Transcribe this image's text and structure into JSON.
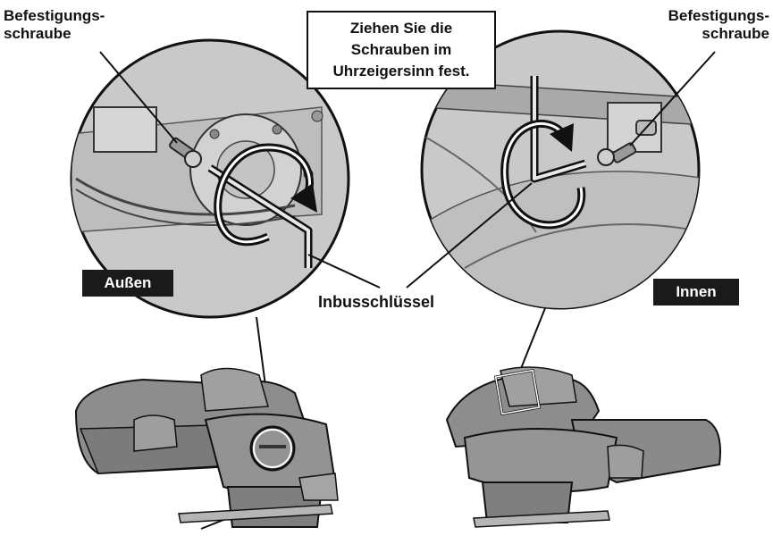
{
  "labels": {
    "screw_left_line1": "Befestigungs-",
    "screw_left_line2": "schraube",
    "screw_right_line1": "Befestigungs-",
    "screw_right_line2": "schraube",
    "instruction_line1": "Ziehen Sie die",
    "instruction_line2": "Schrauben im",
    "instruction_line3": "Uhrzeigersinn fest.",
    "outside_tag": "Außen",
    "inside_tag": "Innen",
    "hex_key": "Inbusschlüssel"
  },
  "colors": {
    "detail_fill": "#c9c9c9",
    "chair_fill": "#8d8d8d",
    "line": "#1a1a1a",
    "tag_bg": "#1a1a1a"
  },
  "icons": {
    "rotation_arrow": "clockwise-arrow-icon"
  }
}
